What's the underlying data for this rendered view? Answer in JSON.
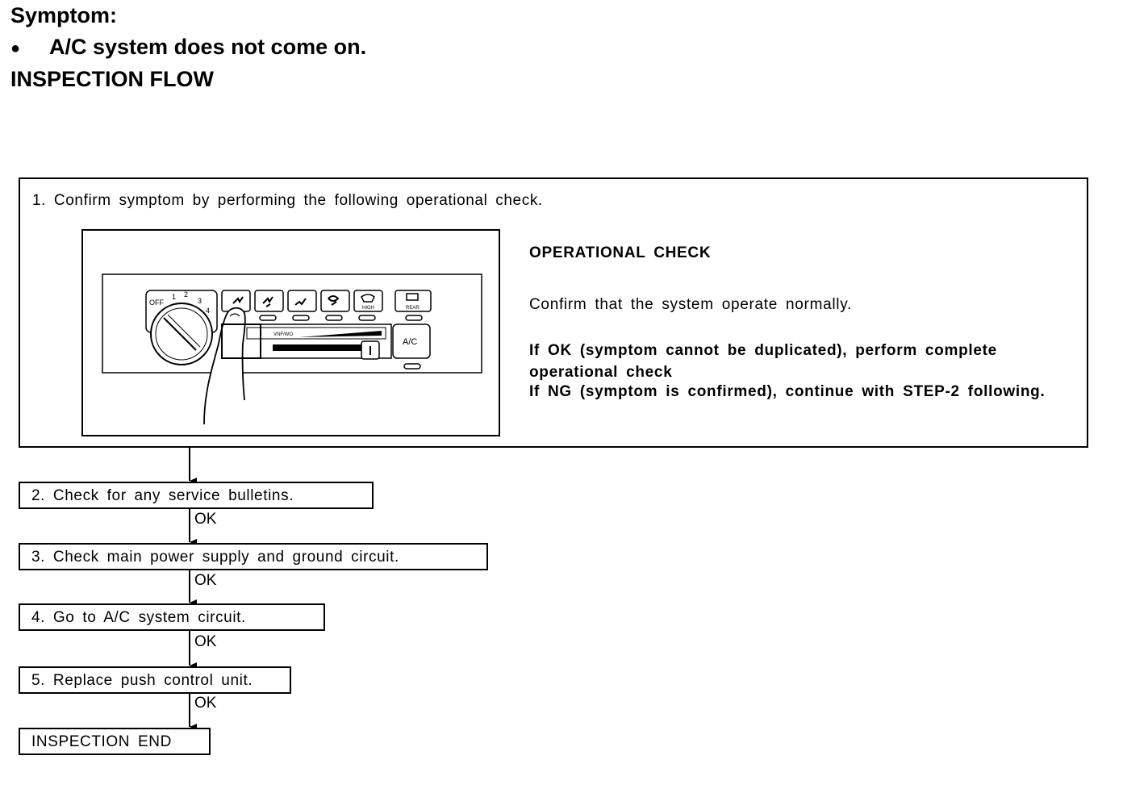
{
  "header": {
    "symptom_label": "Symptom:",
    "bullet": "●",
    "symptom_text": "A/C system does not come on.",
    "flow_title": "INSPECTION FLOW"
  },
  "steps": {
    "step1": "1. Confirm symptom by performing the following operational check.",
    "step2": "2. Check for any service bulletins.",
    "step3": "3. Check main power supply and ground circuit.",
    "step4": "4. Go to A/C system circuit.",
    "step5": "5. Replace push control unit.",
    "end": "INSPECTION END"
  },
  "ok_label": "OK",
  "operational_check": {
    "title": "OPERATIONAL CHECK",
    "confirm": "Confirm that the system operate normally.",
    "if_ok_line1": "If OK (symptom cannot be duplicated), perform complete",
    "if_ok_line2": "operational check",
    "if_ng": "If NG (symptom is confirmed), continue with STEP-2 following."
  },
  "panel": {
    "fan_off": "OFF",
    "fan_1": "1",
    "fan_2": "2",
    "fan_3": "3",
    "fan_4": "4",
    "rear": "REAR",
    "high": "HIGH",
    "ac_button": "A/C",
    "slider_label": "VNF/WO"
  }
}
